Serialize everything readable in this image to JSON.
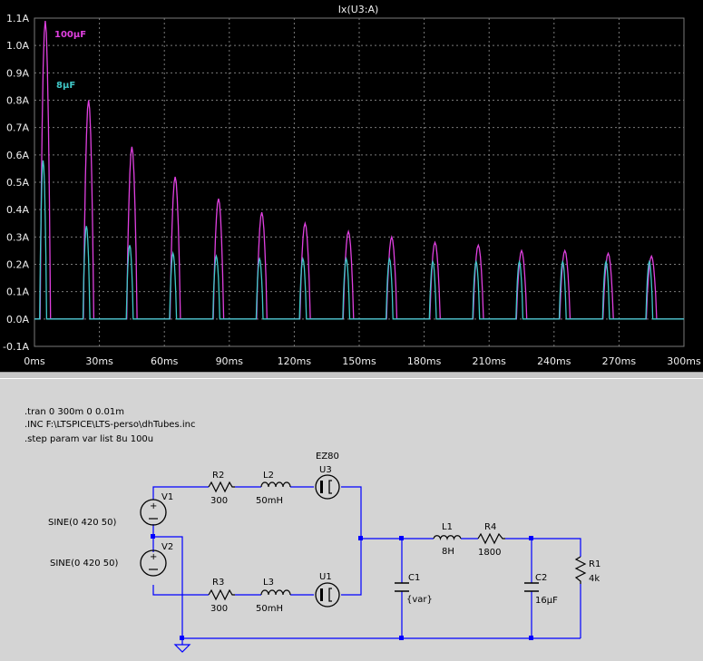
{
  "plot": {
    "trace_title": "Ix(U3:A)",
    "background": "#000000",
    "grid_color": "#7a7a7a",
    "title_color": "#00c8c8"
  },
  "chart_data": {
    "type": "line",
    "title": "Ix(U3:A)",
    "xlabel": "",
    "ylabel": "",
    "xlim": [
      0,
      300
    ],
    "ylim": [
      -0.1,
      1.1
    ],
    "x_unit": "ms",
    "x_ticks": [
      "0ms",
      "30ms",
      "60ms",
      "90ms",
      "120ms",
      "150ms",
      "180ms",
      "210ms",
      "240ms",
      "270ms",
      "300ms"
    ],
    "y_ticks": [
      "-0.1A",
      "0.0A",
      "0.1A",
      "0.2A",
      "0.3A",
      "0.4A",
      "0.5A",
      "0.6A",
      "0.7A",
      "0.8A",
      "0.9A",
      "1.0A",
      "1.1A"
    ],
    "grid": true,
    "series": [
      {
        "name": "100µF",
        "color": "#e040e0",
        "pulse_half_width_ms": 2.4,
        "peaks": [
          [
            5,
            1.09
          ],
          [
            25,
            0.8
          ],
          [
            45,
            0.63
          ],
          [
            65,
            0.52
          ],
          [
            85,
            0.44
          ],
          [
            105,
            0.39
          ],
          [
            125,
            0.35
          ],
          [
            145,
            0.32
          ],
          [
            165,
            0.3
          ],
          [
            185,
            0.28
          ],
          [
            205,
            0.27
          ],
          [
            225,
            0.25
          ],
          [
            245,
            0.25
          ],
          [
            265,
            0.24
          ],
          [
            285,
            0.23
          ]
        ]
      },
      {
        "name": "8µF",
        "color": "#40c8c8",
        "pulse_half_width_ms": 1.6,
        "peaks": [
          [
            4,
            0.58
          ],
          [
            24,
            0.34
          ],
          [
            44,
            0.27
          ],
          [
            64,
            0.24
          ],
          [
            84,
            0.23
          ],
          [
            104,
            0.22
          ],
          [
            124,
            0.22
          ],
          [
            144,
            0.22
          ],
          [
            164,
            0.22
          ],
          [
            184,
            0.21
          ],
          [
            204,
            0.21
          ],
          [
            224,
            0.21
          ],
          [
            244,
            0.21
          ],
          [
            264,
            0.21
          ],
          [
            284,
            0.21
          ]
        ]
      }
    ],
    "annotations": [
      {
        "text": "100µF",
        "color": "#e040e0"
      },
      {
        "text": "8µF",
        "color": "#40c8c8"
      }
    ]
  },
  "schematic": {
    "directives": [
      ".tran 0 300m 0 0.01m",
      ".INC F:\\LTSPICE\\LTS-perso\\dhTubes.inc",
      ".step param var list 8u 100u"
    ],
    "wire_color": "#0000ff",
    "components": {
      "v1": {
        "name": "V1",
        "value": "SINE(0 420 50)"
      },
      "v2": {
        "name": "V2",
        "value": "SINE(0 420 50)"
      },
      "r2": {
        "name": "R2",
        "value": "300"
      },
      "l2": {
        "name": "L2",
        "value": "50mH"
      },
      "u3": {
        "name": "U3",
        "model": "EZ80"
      },
      "r3": {
        "name": "R3",
        "value": "300"
      },
      "l3": {
        "name": "L3",
        "value": "50mH"
      },
      "u1": {
        "name": "U1"
      },
      "l1": {
        "name": "L1",
        "value": "8H"
      },
      "r4": {
        "name": "R4",
        "value": "1800"
      },
      "c1": {
        "name": "C1",
        "value": "{var}"
      },
      "c2": {
        "name": "C2",
        "value": "16µF"
      },
      "r1": {
        "name": "R1",
        "value": "4k"
      }
    }
  }
}
